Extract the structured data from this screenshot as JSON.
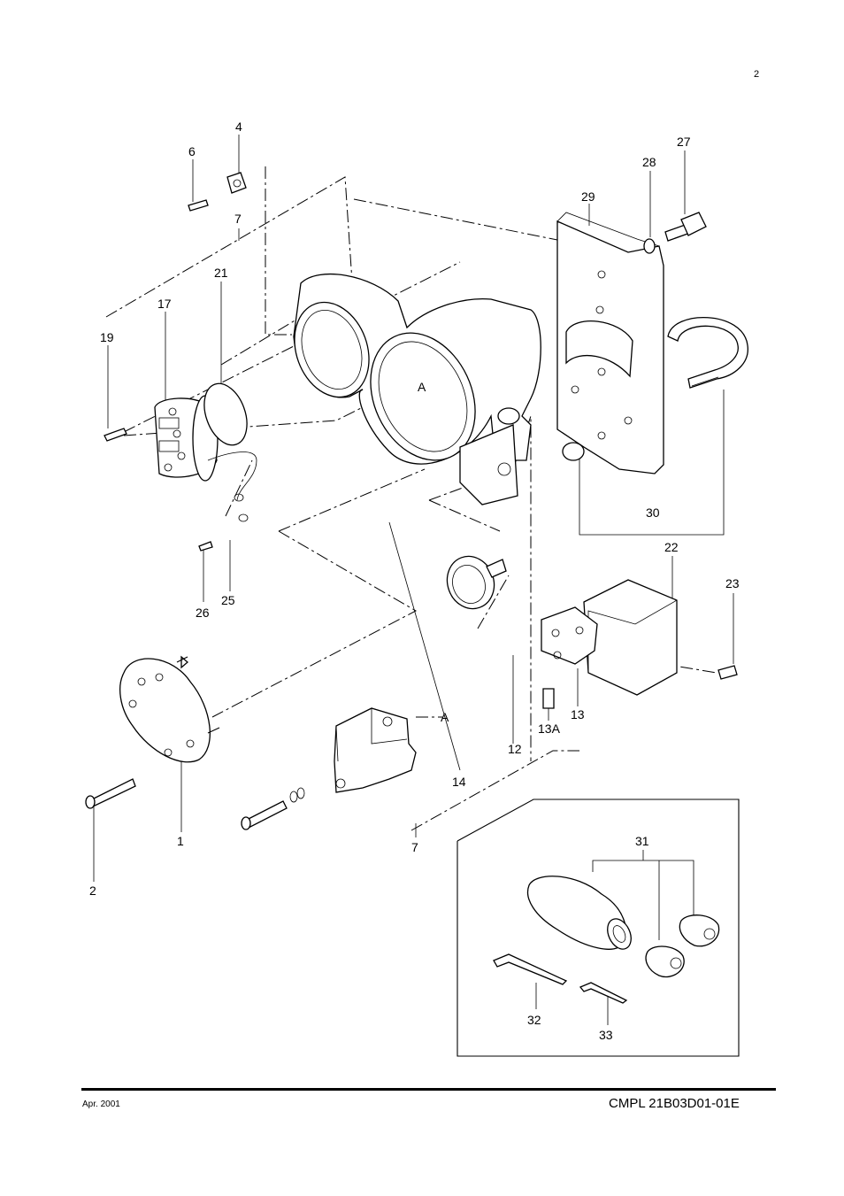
{
  "page_number": "2",
  "labels": {
    "p1": "1",
    "p2": "2",
    "p4": "4",
    "p6": "6",
    "p7a": "7",
    "p7b": "7",
    "p12": "12",
    "p13": "13",
    "p13a": "13A",
    "p14": "14",
    "p17": "17",
    "p19": "19",
    "p21": "21",
    "p22": "22",
    "p23": "23",
    "p25": "25",
    "p26": "26",
    "p27": "27",
    "p28": "28",
    "p29": "29",
    "p30": "30",
    "p31": "31",
    "p32": "32",
    "p33": "33",
    "markA1": "A",
    "markA2": "A"
  },
  "footer": {
    "date": "Apr. 2001",
    "code": "CMPL 21B03D01-01E"
  }
}
